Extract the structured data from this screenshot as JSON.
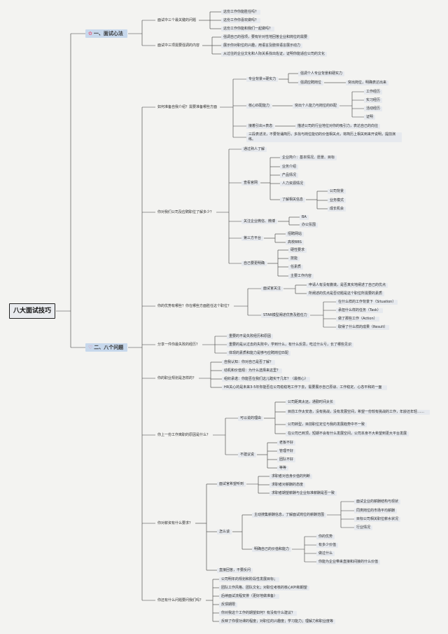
{
  "root": "八大面试技巧",
  "branches": [
    {
      "label": "一、面试心法",
      "icon": "✿",
      "children": [
        {
          "label": "面试中三个最关键的问题",
          "children": [
            {
              "label": "这份工作你能胜任吗？"
            },
            {
              "label": "这份工作你喜欢做吗？"
            },
            {
              "label": "这份工作你能和我们一起做吗？"
            }
          ]
        },
        {
          "label": "面试中三项需要强调的内容",
          "children": [
            {
              "label": "强调自己的强项，要有针对性地回答企业和岗位的需要"
            },
            {
              "label": "展示你对职位的兴趣，用语言及肢体语言展示动力"
            },
            {
              "label": "从过往的企业文化和人际关系找出佐证，证明你能适应公司的文化"
            }
          ]
        }
      ]
    },
    {
      "label": "二、八个问题",
      "icon": "♡",
      "children": [
        {
          "label": "如何准备自我介绍？需要准备哪些方面",
          "children": [
            {
              "label": "专业背景+硬实力",
              "children": [
                {
                  "label": "强调个人专业背景和硬实力"
                },
                {
                  "label": "强调应聘岗位",
                  "children": [
                    {
                      "label": "突出岗位，明确表达出来"
                    }
                  ]
                }
              ]
            },
            {
              "label": "核心匹配能力",
              "children": [
                {
                  "label": "突出个人能力与岗位的匹配",
                  "children": [
                    {
                      "label": "工作经历"
                    },
                    {
                      "label": "实习经历"
                    },
                    {
                      "label": "活动经历"
                    },
                    {
                      "label": "证明"
                    }
                  ]
                }
              ]
            },
            {
              "label": "接着引出+表态",
              "children": [
                {
                  "label": "描述公司的行业地位对你的吸引力，表达自己的向往"
                }
              ]
            },
            {
              "label": "三段表述法，不要背诵简历，多找与岗位能切的价值相关点，将简历上相关到来开说明，提前演练。"
            }
          ]
        },
        {
          "label": "你对我们公司及应聘职位了解多少？",
          "children": [
            {
              "label": "通过熟人了解"
            },
            {
              "label": "查看官网",
              "children": [
                {
                  "label": "企业简介：基本情况、愿景、目标"
                },
                {
                  "label": "业务介绍"
                },
                {
                  "label": "产品情况"
                },
                {
                  "label": "人力资源情况"
                },
                {
                  "label": "了解相关信息",
                  "children": [
                    {
                      "label": "公司背景"
                    },
                    {
                      "label": "业务模式"
                    },
                    {
                      "label": "成长机会"
                    }
                  ]
                }
              ]
            },
            {
              "label": "关注企业微信、微博",
              "children": [
                {
                  "label": "BA"
                },
                {
                  "label": "办公氛围"
                }
              ]
            },
            {
              "label": "第三方平台",
              "children": [
                {
                  "label": "招聘网站"
                },
                {
                  "label": "高校BBS"
                }
              ]
            },
            {
              "label": "自己要更明确",
              "children": [
                {
                  "label": "硬性要求"
                },
                {
                  "label": "技能"
                },
                {
                  "label": "任素质"
                },
                {
                  "label": "主要工作内容"
                }
              ]
            }
          ]
        },
        {
          "label": "你的优势有哪些？你在哪些方面胜任这个职位？",
          "children": [
            {
              "label": "面试官关注",
              "children": [
                {
                  "label": "申请人有没有撒谎，是否真实地阐述了自己的优点"
                },
                {
                  "label": "所阐述的优点是否切题是这个职位所需要的素质"
                }
              ]
            },
            {
              "label": "STAR模型阐述优势及胜任力",
              "children": [
                {
                  "label": "在什么样的工作背景下（Situation）"
                },
                {
                  "label": "承担什么样的任务（Task）"
                },
                {
                  "label": "做了那些工作（Action）"
                },
                {
                  "label": "取得了什么样的成果（Result）"
                }
              ]
            }
          ]
        },
        {
          "label": "分享一件你最失败的经历？",
          "children": [
            {
              "label": "重要的不是失败经历和原因"
            },
            {
              "label": "重要的是从过去的失败中，学到什么，有什么反思，吃过什么亏，长了哪些见识"
            },
            {
              "label": "体现的素质和能力是够与应聘岗位匹配"
            }
          ]
        },
        {
          "label": "你的职业规划是怎样的？",
          "children": [
            {
              "label": "自我认知：你对自己是否了解？"
            },
            {
              "label": "动机和价值观：为什么选择来这里？"
            },
            {
              "label": "组织承诺：你能否在我们这儿踏实干几年？（最核心）"
            },
            {
              "label": "HR关心的是未来3-5年你能否在公司稳稳地工作下去，需要展示自己原谅、工作稳定、心态平和的一面"
            }
          ]
        },
        {
          "label": "你上一份工作离职的原因是什么？",
          "children": [
            {
              "label": "可以说的理由",
              "children": [
                {
                  "label": "公司距离太远，通勤时间太长"
                },
                {
                  "label": "目前工作太安逸，没有挑战，没有发展空间，希望一份较有挑战的工作，年龄还年轻……"
                },
                {
                  "label": "公司转型，目前职位定位与我的发展趋势中不一致"
                },
                {
                  "label": "在公司已到顶，短期不会有什么发展空间，公司本身不大希望到更大平台发展"
                }
              ]
            },
            {
              "label": "不建议说",
              "children": [
                {
                  "label": "老板不好"
                },
                {
                  "label": "管理不好"
                },
                {
                  "label": "团队不好"
                },
                {
                  "label": "等等"
                }
              ]
            }
          ]
        },
        {
          "label": "你对薪资有什么要求？",
          "children": [
            {
              "label": "面试官希望听到",
              "children": [
                {
                  "label": "求职者对自身价值的判断"
                },
                {
                  "label": "求职者对薪酬的态度"
                },
                {
                  "label": "求职者期望薪酬与企业标准薪酬是否一致"
                }
              ]
            },
            {
              "label": "怎么谈",
              "children": [
                {
                  "label": "主动搜集薪酬信息，了解面试岗位的薪酬范围",
                  "children": [
                    {
                      "label": "面试企业的薪酬结构与现状"
                    },
                    {
                      "label": "同类岗位的市场平均薪酬"
                    },
                    {
                      "label": "目标公司相关职位薪水状况"
                    },
                    {
                      "label": "行业情况"
                    }
                  ]
                },
                {
                  "label": "明确自己的价值和能力",
                  "children": [
                    {
                      "label": "你的优势"
                    },
                    {
                      "label": "有多少价值"
                    },
                    {
                      "label": "做过什么"
                    },
                    {
                      "label": "你能为企业带来直接和间接的什么价值"
                    }
                  ]
                }
              ]
            },
            {
              "label": "直接回答，不要反问"
            }
          ]
        },
        {
          "label": "你还有什么问题要问我们吗？",
          "children": [
            {
              "label": "公司明年的规划和阶段性发展目标；"
            },
            {
              "label": "团队工作风格、团队文化；对职位考核的核心KPI和期望"
            },
            {
              "label": "后续面试流程安排（更好地做准备）"
            },
            {
              "label": "反馈期限"
            },
            {
              "label": "你对我这个工作的期望如何？有没有什么建议？"
            },
            {
              "label": "反映了你很功课的程度；对职位的兴趣度；学习能力；理解力和职业度等"
            }
          ]
        }
      ]
    }
  ],
  "colors": {
    "background": "#f3f3f1",
    "node_fill": "#e6e9ee",
    "branch_fill": "#c7d8ec",
    "connector": "#3c3c3c",
    "icon_accent": "#e26f8e"
  }
}
